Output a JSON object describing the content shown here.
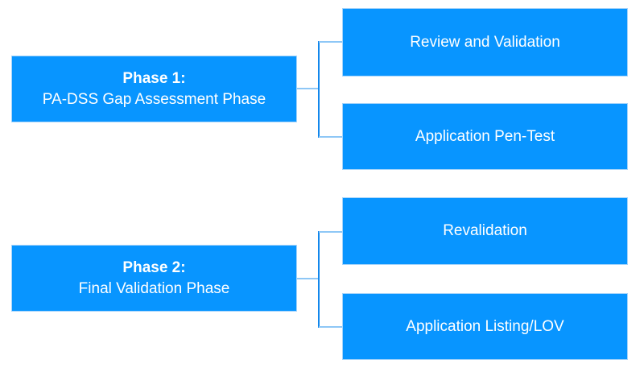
{
  "colors": {
    "box_fill": "#0895FF",
    "box_border": "#A6D4FA",
    "connector_horizontal": "#8EC7F6",
    "connector_vertical": "#1287EC",
    "text": "#FFFFFF"
  },
  "groups": [
    {
      "phase_title": "Phase 1:",
      "phase_subtitle": "PA-DSS Gap Assessment Phase",
      "children": [
        "Review and Validation",
        "Application Pen-Test"
      ]
    },
    {
      "phase_title": "Phase 2:",
      "phase_subtitle": "Final Validation Phase",
      "children": [
        "Revalidation",
        "Application Listing/LOV"
      ]
    }
  ]
}
